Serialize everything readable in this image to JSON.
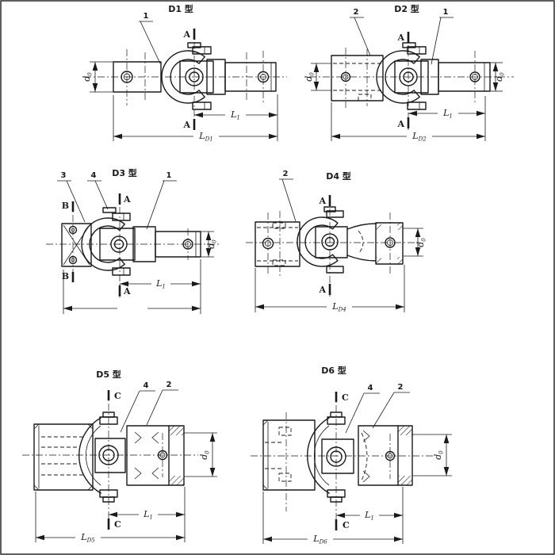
{
  "page": {
    "background": "#ffffff",
    "ink": "#1a1a1a"
  },
  "diagrams": [
    {
      "id": "D1",
      "title": "D1 型",
      "callouts": [
        "1"
      ],
      "sections": {
        "top": "A",
        "bottom": "A"
      },
      "dims": {
        "d0_left": {
          "base": "d",
          "sub": "0"
        },
        "l1": {
          "base": "L",
          "sub": "1"
        },
        "ld": {
          "base": "L",
          "sub": "D1"
        }
      }
    },
    {
      "id": "D2",
      "title": "D2 型",
      "callouts": [
        "2",
        "1"
      ],
      "sections": {
        "top": "A",
        "bottom": "A"
      },
      "dims": {
        "d0_left": {
          "base": "d",
          "sub": "0"
        },
        "d0_right": {
          "base": "d",
          "sub": "0"
        },
        "l1": {
          "base": "L",
          "sub": "1"
        },
        "ld": {
          "base": "L",
          "sub": "D2"
        }
      }
    },
    {
      "id": "D3",
      "title": "D3 型",
      "callouts": [
        "3",
        "4",
        "1"
      ],
      "sections": {
        "top": "A",
        "bottom": "A",
        "left_top": "B",
        "left_bottom": "B"
      },
      "dims": {
        "d0_right": {
          "base": "d",
          "sub": "0"
        },
        "l1": {
          "base": "L",
          "sub": "1"
        }
      }
    },
    {
      "id": "D4",
      "title": "D4 型",
      "callouts": [
        "2"
      ],
      "sections": {
        "top": "A",
        "bottom": "A"
      },
      "dims": {
        "d0_right": {
          "base": "d",
          "sub": "0"
        },
        "ld": {
          "base": "L",
          "sub": "D4"
        }
      }
    },
    {
      "id": "D5",
      "title": "D5 型",
      "callouts": [
        "4",
        "2"
      ],
      "sections": {
        "top": "C",
        "bottom": "C"
      },
      "dims": {
        "d0_right": {
          "base": "d",
          "sub": "0"
        },
        "l1": {
          "base": "L",
          "sub": "1"
        },
        "ld": {
          "base": "L",
          "sub": "D5"
        }
      }
    },
    {
      "id": "D6",
      "title": "D6 型",
      "callouts": [
        "4",
        "2"
      ],
      "sections": {
        "top": "C",
        "bottom": "C"
      },
      "dims": {
        "d0_right": {
          "base": "d",
          "sub": "0"
        },
        "l1": {
          "base": "L",
          "sub": "1"
        },
        "ld": {
          "base": "L",
          "sub": "D6"
        }
      }
    }
  ]
}
